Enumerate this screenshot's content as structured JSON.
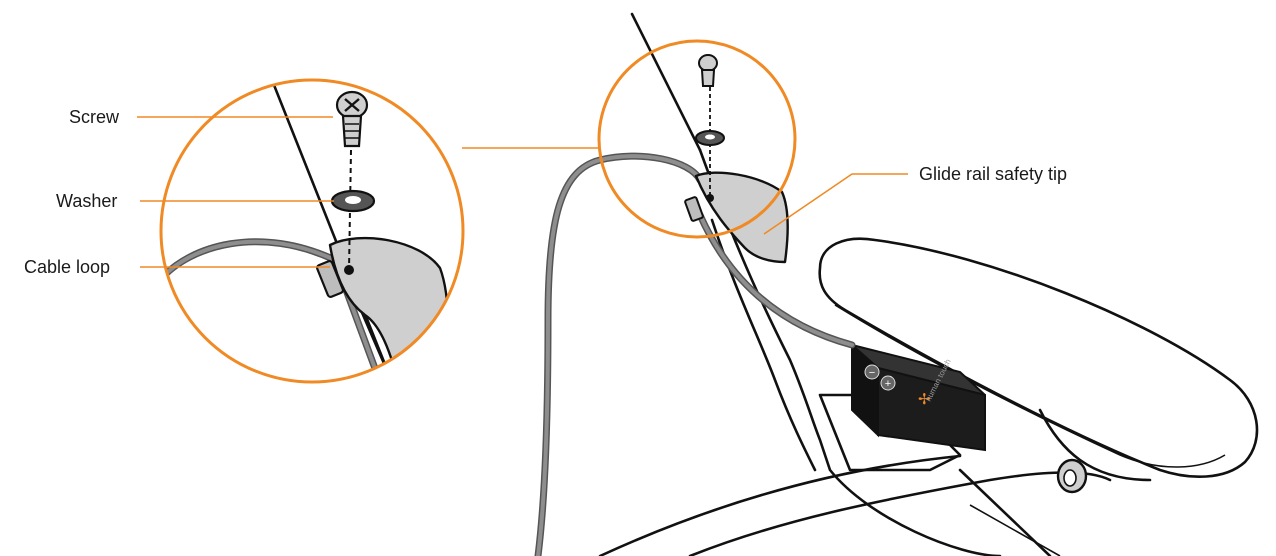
{
  "callouts": {
    "screw": "Screw",
    "washer": "Washer",
    "cable_loop": "Cable loop",
    "glide_rail_safety_tip": "Glide rail safety tip"
  },
  "controller": {
    "brand": "human touch",
    "minus_symbol": "−",
    "plus_symbol": "+"
  },
  "colors": {
    "accent": "#f08a24",
    "line": "#111111",
    "cable": "#555555",
    "part_fill": "#cfcfcf",
    "controller_body": "#1c1c1c"
  }
}
